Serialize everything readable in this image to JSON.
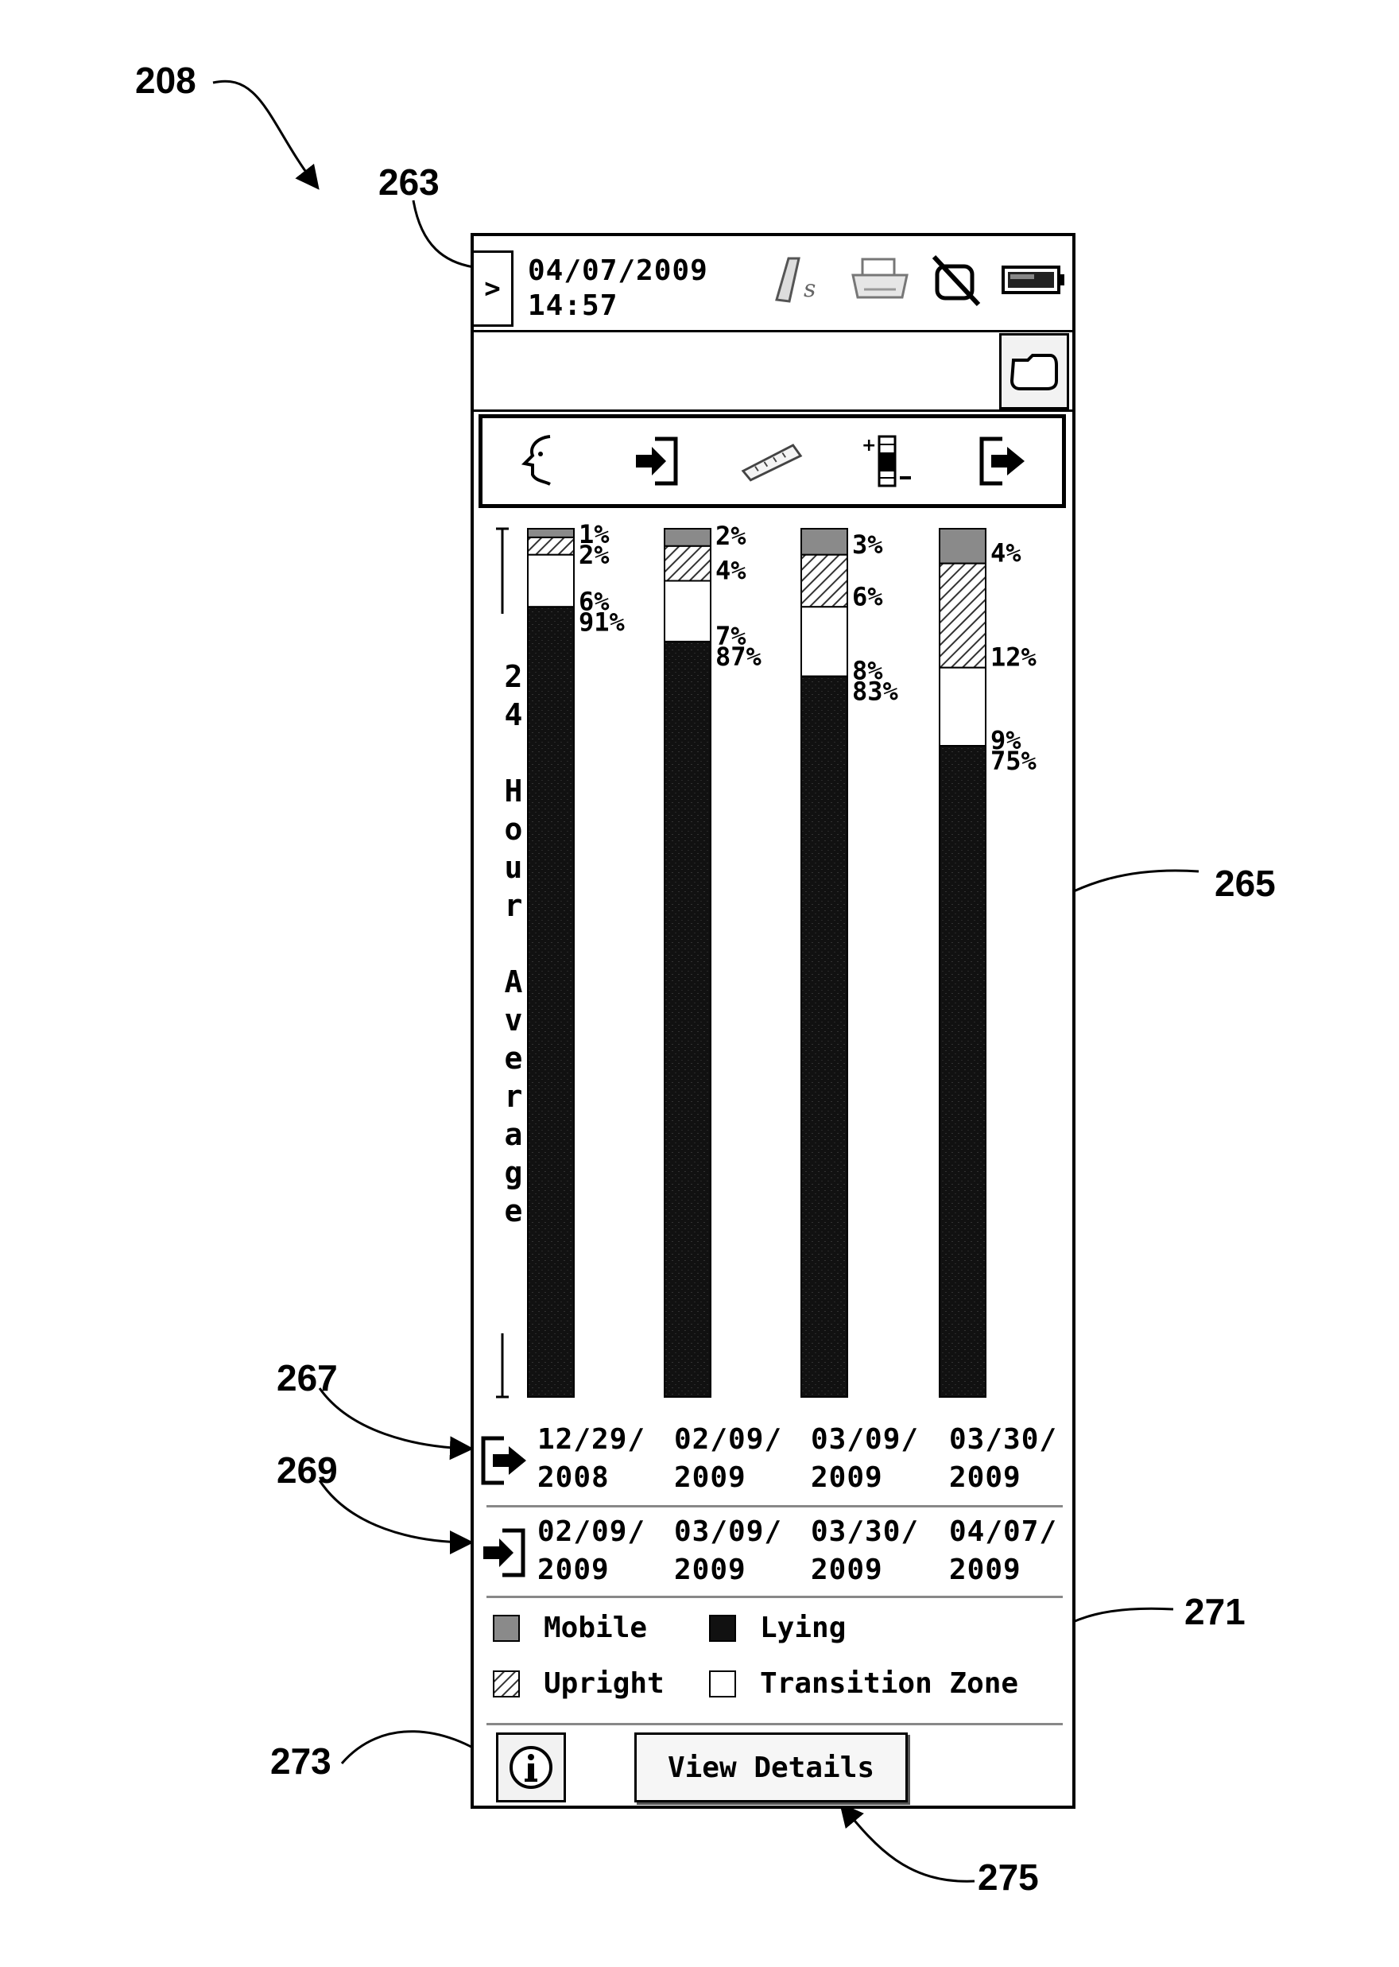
{
  "reference_labels": {
    "figure": "208",
    "status_bar": "263",
    "chart": "265",
    "start_dates": "267",
    "end_dates": "269",
    "legend": "271",
    "info": "273",
    "view_details": "275"
  },
  "status_bar": {
    "expand_label": ">",
    "date": "04/07/2009",
    "time": "14:57",
    "icons": [
      "pen-s-icon",
      "printer-icon",
      "no-sync-icon",
      "battery-icon"
    ]
  },
  "folder_button_icon": "folder-icon",
  "toolbar": {
    "icons": [
      "patient-profile-icon",
      "login-arrow-icon",
      "ruler-icon",
      "zoom-plus-minus-icon",
      "logout-arrow-icon"
    ]
  },
  "chart_data": {
    "type": "bar",
    "stacked": true,
    "ylabel": "24 Hour Average",
    "categories": [
      "12/29/2008 - 02/09/2009",
      "02/09/2009 - 03/09/2009",
      "03/09/2009 - 03/30/2009",
      "03/30/2009 - 04/07/2009"
    ],
    "series": [
      {
        "name": "Mobile",
        "values": [
          1,
          2,
          3,
          4
        ],
        "labels": [
          "1%",
          "2%",
          "3%",
          "4%"
        ]
      },
      {
        "name": "Upright",
        "values": [
          2,
          4,
          6,
          12
        ],
        "labels": [
          "2%",
          "4%",
          "6%",
          "12%"
        ]
      },
      {
        "name": "Transition Zone",
        "values": [
          6,
          7,
          8,
          9
        ],
        "labels": [
          "6%",
          "7%",
          "8%",
          "9%"
        ]
      },
      {
        "name": "Lying",
        "values": [
          91,
          87,
          83,
          75
        ],
        "labels": [
          "91%",
          "87%",
          "83%",
          "75%"
        ]
      }
    ],
    "ylim": [
      0,
      100
    ],
    "colors": {
      "Mobile": "#8a8a8a",
      "Upright": "hatched",
      "Transition Zone": "#ffffff",
      "Lying": "#111111"
    }
  },
  "start_dates": [
    "12/29/",
    "2008",
    "02/09/",
    "2009",
    "03/09/",
    "2009",
    "03/30/",
    "2009"
  ],
  "end_dates": [
    "02/09/",
    "2009",
    "03/09/",
    "2009",
    "03/30/",
    "2009",
    "04/07/",
    "2009"
  ],
  "legend": {
    "mobile": "Mobile",
    "lying": "Lying",
    "upright": "Upright",
    "transition": "Transition Zone"
  },
  "buttons": {
    "info_icon": "info-icon",
    "view_details": "View Details"
  }
}
